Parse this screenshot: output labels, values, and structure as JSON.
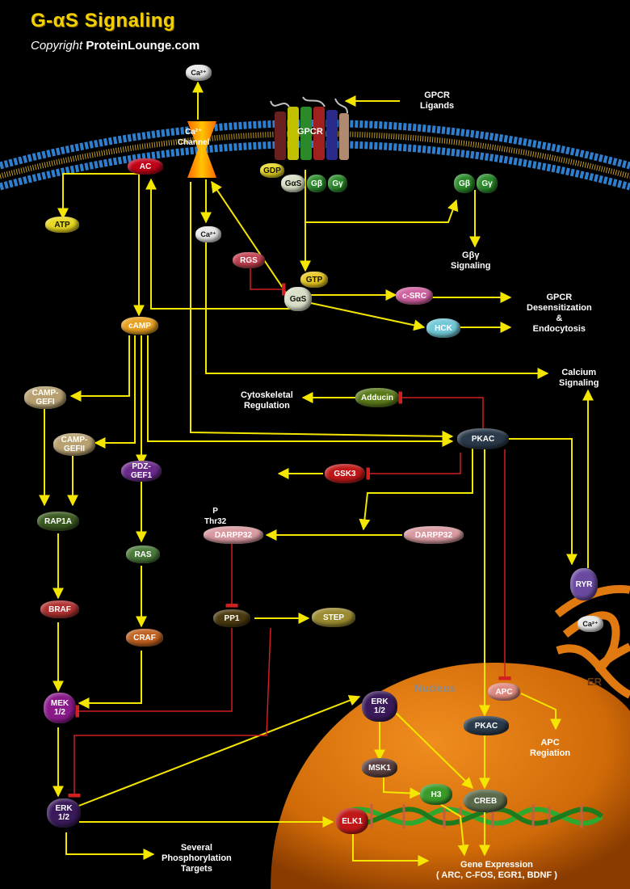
{
  "header": {
    "title": "G-αS Signaling",
    "copyright_prefix": "Copyright",
    "copyright_site": "ProteinLounge.com"
  },
  "compartments": {
    "nucleus": "Nucleus",
    "er": "ER"
  },
  "labels": {
    "gpcr_ligands": "GPCR\nLigands",
    "ca_channel": "Ca²⁺\nChannel",
    "gbg_signaling": "Gβγ\nSignaling",
    "gpcr_desens": "GPCR\nDesensitization\n&\nEndocytosis",
    "calcium_signaling": "Calcium\nSignaling",
    "cytoskeletal": "Cytoskeletal\nRegulation",
    "apc_regulation": "APC\nRegiation",
    "several_targets": "Several\nPhosphorylation\nTargets",
    "gene_expression": "Gene Expression\n( ARC, C-FOS, EGR1, BDNF )",
    "thr32": "P\nThr32"
  },
  "nodes": {
    "ac": "AC",
    "atp": "ATP",
    "gpcr": "GPCR",
    "gdp": "GDP",
    "gas_membrane": "GαS",
    "gb_membrane": "Gβ",
    "gg_membrane": "Gγ",
    "gb_free": "Gβ",
    "gg_free": "Gγ",
    "ca_top": "Ca²⁺",
    "ca_mid": "Ca²⁺",
    "ca_er": "Ca²⁺",
    "rgs": "RGS",
    "gtp": "GTP",
    "gas_active": "GαS",
    "csrc": "c-SRC",
    "hck": "HCK",
    "camp": "cAMP",
    "campgefi": "CAMP-\nGEFI",
    "campgefii": "CAMP-\nGEFII",
    "pdzgef1": "PDZ-\nGEF1",
    "rap1a": "RAP1A",
    "ras": "RAS",
    "braf": "BRAF",
    "craf": "CRAF",
    "mek": "MEK\n1/2",
    "erk_cyto": "ERK\n1/2",
    "adducin": "Adducin",
    "pkac_cyto": "PKAC",
    "gsk3": "GSK3",
    "darpp32_p": "DARPP32",
    "darpp32": "DARPP32",
    "pp1": "PP1",
    "step": "STEP",
    "ryr": "RYR",
    "apc": "APC",
    "erk_nuc": "ERK\n1/2",
    "pkac_nuc": "PKAC",
    "msk1": "MSK1",
    "h3": "H3",
    "creb": "CREB",
    "elk1": "ELK1"
  },
  "colors": {
    "activation_arrow": "#f5e600",
    "inhibition_line": "#d02020",
    "membrane": "#3a8fd8",
    "nucleus": "#e07a10",
    "title": "#f2d000"
  }
}
